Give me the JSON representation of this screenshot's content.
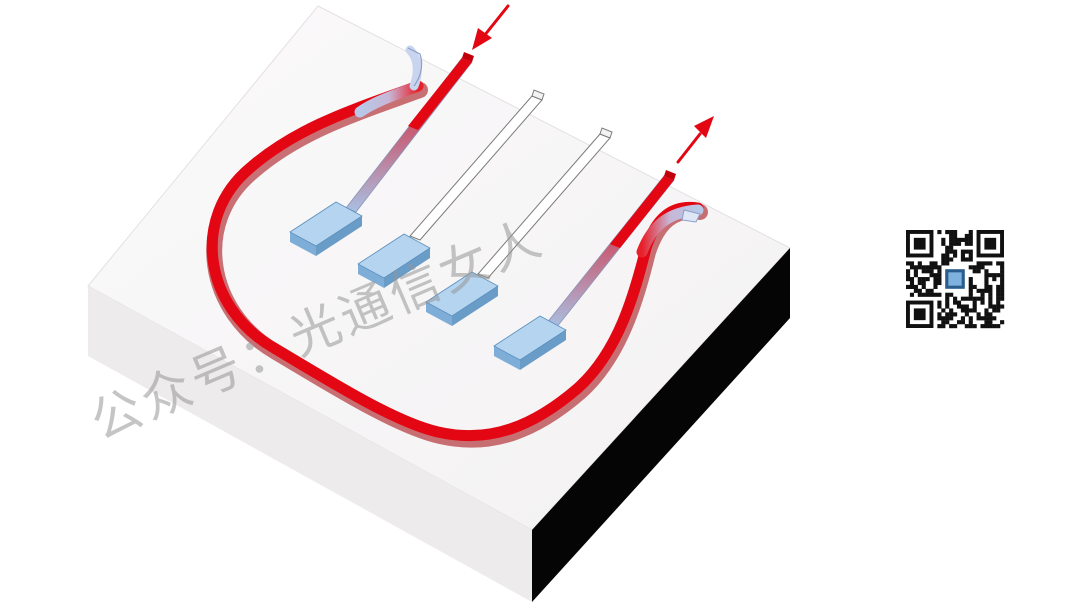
{
  "diagram": {
    "components": [
      "slab",
      "waveguide-loop",
      "input-waveguide",
      "output-waveguide",
      "electrode-pads",
      "transparent-waveguides",
      "input-arrow",
      "output-arrow"
    ],
    "colors": {
      "slab_top": "#f7f5f6",
      "slab_left": "#ece9eb",
      "slab_front": "#050505",
      "waveguide_active": "#e30613",
      "waveguide_passive": "#b8c8e8",
      "pad": "#9ec6ea",
      "pad_edge": "#5a8fbd",
      "arrow": "#e30613"
    }
  },
  "watermark": {
    "text": "公众号：光通信女人",
    "color": "#969696"
  },
  "qr_code": {
    "icon": "qr-code-icon"
  }
}
